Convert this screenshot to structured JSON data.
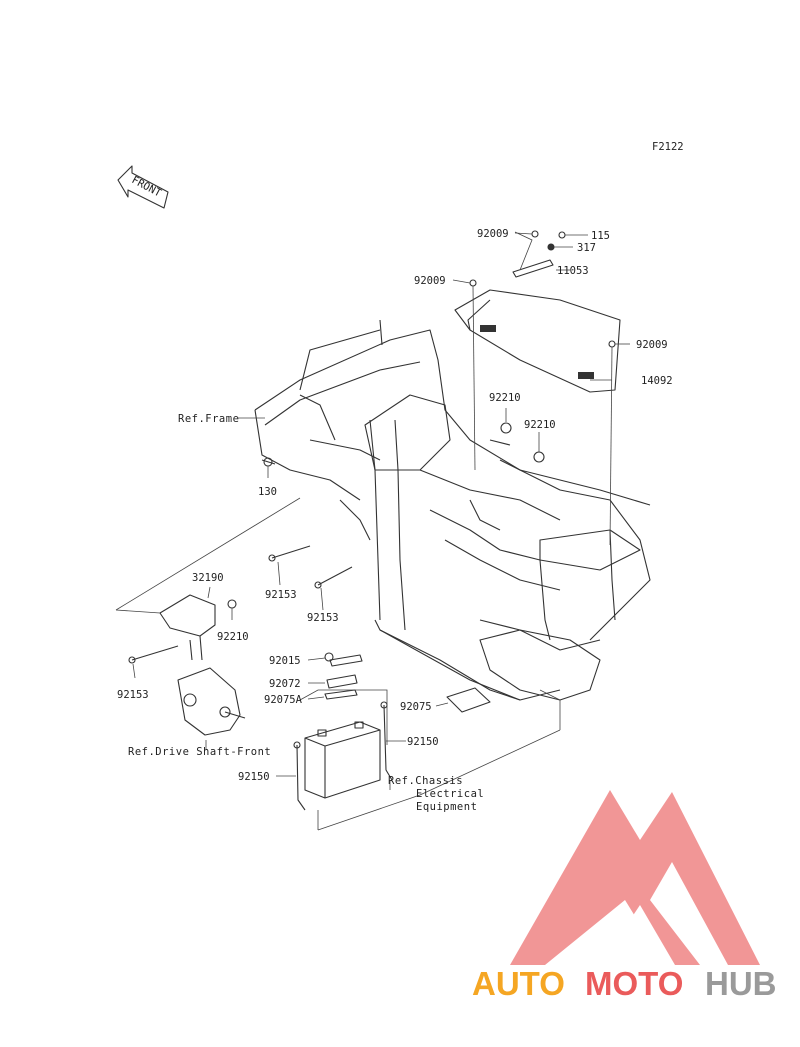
{
  "diagram_id": "F2122",
  "front_arrow_label": "FRONT",
  "references": {
    "frame": "Ref.Frame",
    "drive_shaft": "Ref.Drive Shaft-Front",
    "chassis_line1": "Ref.Chassis",
    "chassis_line2": "Electrical",
    "chassis_line3": "Equipment"
  },
  "parts": {
    "p92009_a": "92009",
    "p115": "115",
    "p317": "317",
    "p92009_b": "92009",
    "p11053": "11053",
    "p92009_c": "92009",
    "p14092": "14092",
    "p92210_a": "92210",
    "p92210_b": "92210",
    "p130": "130",
    "p92153_a": "92153",
    "p92153_b": "92153",
    "p32190": "32190",
    "p92210_c": "92210",
    "p92153_c": "92153",
    "p92015": "92015",
    "p92072": "92072",
    "p92075A": "92075A",
    "p92075": "92075",
    "p92150_a": "92150",
    "p92150_b": "92150"
  },
  "watermark": {
    "auto": "AUTO",
    "moto": "MOTO",
    "hub": "HUB",
    "colors": {
      "orange": "#f5a623",
      "red": "#ea5b5b",
      "gray": "#9a9a9a"
    }
  }
}
